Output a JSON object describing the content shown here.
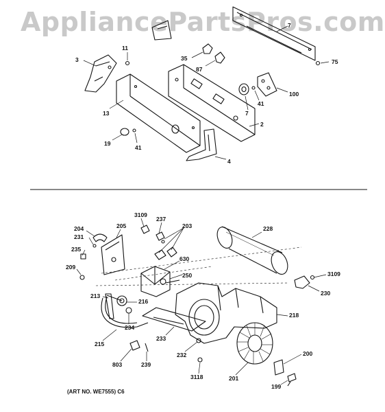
{
  "watermark": "AppliancePartsPros.com",
  "art_note": "(ART NO. WE7555) C6",
  "callouts_top": [
    "3",
    "11",
    "13",
    "19",
    "41",
    "35",
    "87",
    "7",
    "75",
    "100",
    "41",
    "7",
    "2",
    "4"
  ],
  "callouts_bottom": [
    "204",
    "231",
    "235",
    "209",
    "205",
    "3109",
    "237",
    "203",
    "228",
    "630",
    "250",
    "3109",
    "230",
    "213",
    "216",
    "234",
    "218",
    "215",
    "233",
    "232",
    "803",
    "239",
    "3118",
    "201",
    "200",
    "199"
  ]
}
